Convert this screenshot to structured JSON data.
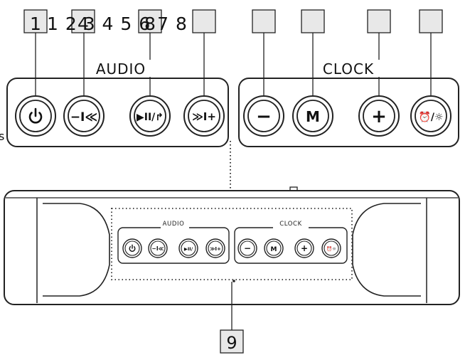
{
  "callouts": {
    "numbers_row": "1 2 3 4 5 6 7 8",
    "label_a": "1",
    "label_b": "4",
    "label_c": "8",
    "label_9": "9"
  },
  "fragment_left": "s",
  "panel": {
    "audio_label": "AUDIO",
    "clock_label": "CLOCK",
    "audio_buttons": [
      {
        "name": "power-button",
        "glyph": ""
      },
      {
        "name": "previous-button",
        "glyph": "−I≪"
      },
      {
        "name": "play-pause-button",
        "glyph": "▶II/↱"
      },
      {
        "name": "next-button",
        "glyph": "≫I+"
      }
    ],
    "clock_buttons": [
      {
        "name": "minus-button",
        "glyph": "−"
      },
      {
        "name": "mode-button",
        "glyph": "M"
      },
      {
        "name": "plus-button",
        "glyph": "+"
      },
      {
        "name": "alarm-dimmer-button",
        "glyph": "⏰/☼"
      }
    ]
  },
  "device": {
    "audio_label": "AUDIO",
    "clock_label": "CLOCK",
    "audio_buttons": [
      "",
      "−I≪",
      "▶II/",
      "≫I+"
    ],
    "clock_buttons": [
      "−",
      "M",
      "+",
      "⏰☼"
    ]
  }
}
